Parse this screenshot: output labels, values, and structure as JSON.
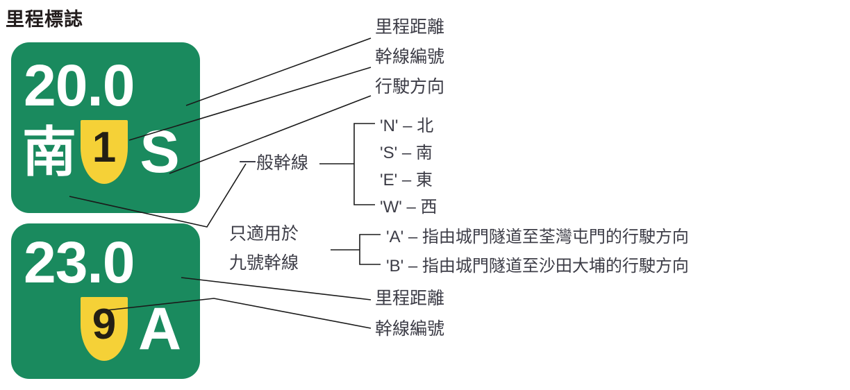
{
  "title": "里程標誌",
  "colors": {
    "sign_green": "#1a8a5e",
    "shield_yellow": "#f5d137",
    "sign_text_white": "#ffffff",
    "shield_number_dark": "#231f14",
    "label_text": "#3c3c46",
    "title_text": "#221c1c",
    "leader_line": "#1a1a1a"
  },
  "signs": [
    {
      "id": "sign-top",
      "distance": "20.0",
      "direction_cn": "南",
      "route_number": "1",
      "direction_letter": "S"
    },
    {
      "id": "sign-bottom",
      "distance": "23.0",
      "direction_cn": "",
      "route_number": "9",
      "direction_letter": "A"
    }
  ],
  "callouts": {
    "top": [
      {
        "name": "distance-label",
        "text": "里程距離"
      },
      {
        "name": "route-number-label",
        "text": "幹線編號"
      },
      {
        "name": "travel-direction-label",
        "text": "行駛方向"
      }
    ],
    "bottom": [
      {
        "name": "distance-label",
        "text": "里程距離"
      },
      {
        "name": "route-number-label",
        "text": "幹線編號"
      }
    ]
  },
  "groups": {
    "general_routes": {
      "label": "一般幹線",
      "items": [
        {
          "code": "'N'",
          "dash": "–",
          "meaning": "北"
        },
        {
          "code": "'S'",
          "dash": "–",
          "meaning": "南"
        },
        {
          "code": "'E'",
          "dash": "–",
          "meaning": "東"
        },
        {
          "code": "'W'",
          "dash": "–",
          "meaning": "西"
        }
      ]
    },
    "route_nine_only": {
      "label_line1": "只適用於",
      "label_line2": "九號幹線",
      "items": [
        {
          "code": "'A'",
          "dash": "–",
          "meaning": "指由城門隧道至荃灣屯門的行駛方向"
        },
        {
          "code": "'B'",
          "dash": "–",
          "meaning": "指由城門隧道至沙田大埔的行駛方向"
        }
      ]
    }
  }
}
